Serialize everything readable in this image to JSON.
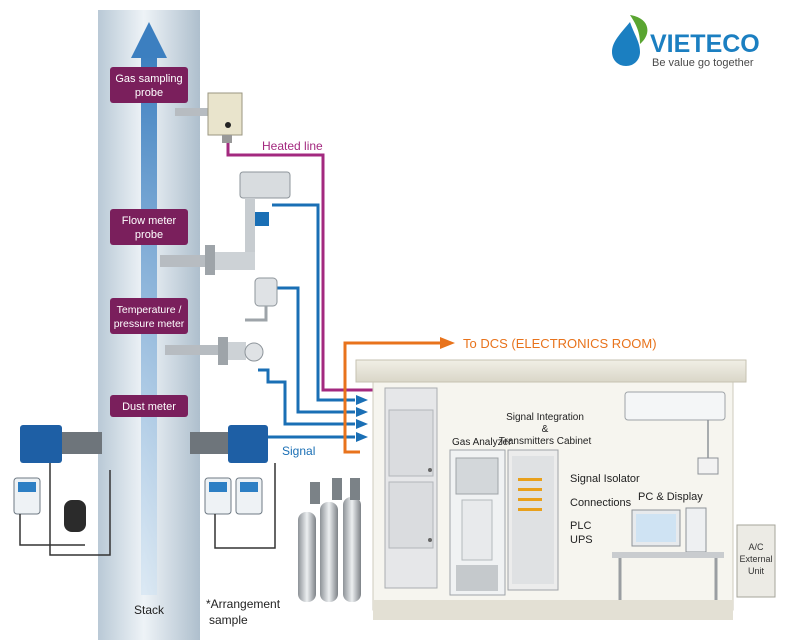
{
  "brand": {
    "name": "VIETECO",
    "tagline": "Be value go together",
    "logo_icon": "water-drop-leaf-icon",
    "colors": {
      "green": "#5aa531",
      "blue": "#1b7fc1"
    }
  },
  "stack": {
    "label": "Stack"
  },
  "probes": [
    {
      "label_line1": "Gas sampling",
      "label_line2": "probe"
    },
    {
      "label_line1": "Flow meter",
      "label_line2": "probe"
    },
    {
      "label_line1": "Temperature /",
      "label_line2": "pressure meter"
    },
    {
      "label_line1": "Dust meter",
      "label_line2": ""
    }
  ],
  "lines": {
    "heated_line": "Heated line",
    "signal": "Signal",
    "to_dcs": "To DCS (ELECTRONICS ROOM)"
  },
  "shelter": {
    "gas_analyzer": "Gas Analyzer",
    "cabinet_line1": "Signal Integration",
    "cabinet_line2": "&",
    "cabinet_line3": "Transmitters Cabinet",
    "items": [
      "Signal Isolator",
      "Connections",
      "PLC",
      "UPS"
    ],
    "pc": "PC & Display",
    "ac_line1": "A/C",
    "ac_line2": "External",
    "ac_line3": "Unit"
  },
  "note": {
    "line1": "*Arrangement",
    "line2": "sample"
  },
  "colors": {
    "heated_line": "#a3297f",
    "signal": "#1a6fb5",
    "dcs": "#e8731c",
    "label_box": "#7a1f5c"
  }
}
